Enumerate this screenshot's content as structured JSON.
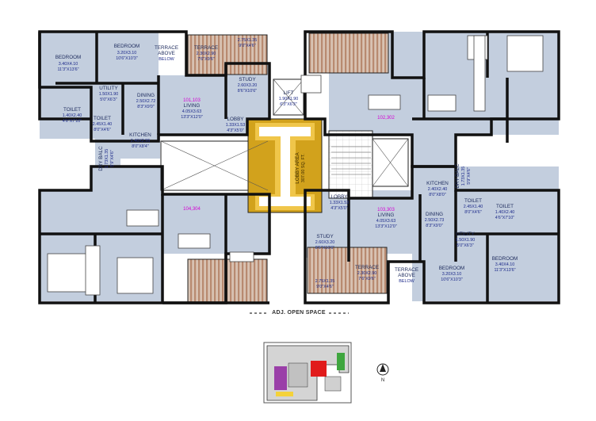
{
  "rooms": {
    "bedroom_tl": {
      "name": "BEDROOM",
      "dim": "3.40X4.10",
      "imp": "11'3\"X13'6\""
    },
    "bedroom2_tl": {
      "name": "BEDROOM",
      "dim": "3.20X3.10",
      "imp": "10'6\"X10'3\""
    },
    "terrace_above_tl": {
      "line1": "TERRACE",
      "line2": "ABOVE",
      "line3": "BELOW"
    },
    "terrace_tl": {
      "name": "TERRACE",
      "dim": "2.30X2.90",
      "imp": "7'6\"X9'6\""
    },
    "deck_top_tl": {
      "dim": "2.75X1.35",
      "imp": "9'0\"X4'6\""
    },
    "utility_tl": {
      "name": "UTILITY",
      "dim": "1.50X1.90",
      "imp": "5'0\"X6'3\""
    },
    "dining_tl": {
      "name": "DINING",
      "dim": "2.50X2.72",
      "imp": "8'3\"X9'0\""
    },
    "living_tl": {
      "flat": "101,103",
      "name": "LIVING",
      "dim": "4.05X3.63",
      "imp": "13'3\"X12'0\""
    },
    "study_tl": {
      "name": "STUDY",
      "dim": "2.60X3.20",
      "imp": "8'6\"X10'6\""
    },
    "lift": {
      "name": "LIFT",
      "dim": "1.90X1.90",
      "imp": "6'3\"X6'3\""
    },
    "toilet_tl1": {
      "name": "TOILET",
      "dim": "1.40X2.40",
      "imp": "4'6\"X7'10\""
    },
    "toilet_tl2": {
      "name": "TOILET",
      "dim": "2.45X1.40",
      "imp": "8'0\"X4'6\""
    },
    "lobby_tl": {
      "name": "LOBBY",
      "dim": "1.33X1.53",
      "imp": "4'3\"X5'0\""
    },
    "kitchen_tl": {
      "name": "KITCHEN",
      "dim": "2.40X2.55",
      "imp": "8'0\"X8'4\""
    },
    "dry_balc_tl": {
      "name": "DRY BALC",
      "dim": "1.73X1.35",
      "imp": "5'9\"X4'6\""
    },
    "lobby_area": {
      "name": "LOBBY AREA",
      "area": "307.00 SQ. FT."
    },
    "flat_tr": {
      "flat": "102,302"
    },
    "flat_bl": {
      "flat": "104,304"
    },
    "lobby_br": {
      "name": "LOBBY",
      "dim": "1.33X1.53",
      "imp": "4'3\"X5'0\""
    },
    "kitchen_br": {
      "name": "KITCHEN",
      "dim": "2.40X2.40",
      "imp": "8'0\"X8'0\""
    },
    "dry_balc_br": {
      "name": "DRY BALC",
      "dim": "1.73X1.35",
      "imp": "5'9\"X4'6\""
    },
    "toilet_br1": {
      "name": "TOILET",
      "dim": "2.45X1.40",
      "imp": "8'0\"X4'6\""
    },
    "toilet_br2": {
      "name": "TOILET",
      "dim": "1.40X2.40",
      "imp": "4'6\"X7'10\""
    },
    "living_br": {
      "flat": "103,303",
      "name": "LIVING",
      "dim": "4.05X3.63",
      "imp": "13'3\"X12'0\""
    },
    "dining_br": {
      "name": "DINING",
      "dim": "2.50X2.73",
      "imp": "8'3\"X9'0\""
    },
    "utility_br": {
      "name": "UTILITY",
      "dim": "1.50X1.90",
      "imp": "5'0\"X6'3\""
    },
    "study_br": {
      "name": "STUDY",
      "dim": "2.60X3.20",
      "imp": "8'6\"X10'6\""
    },
    "terrace_br": {
      "name": "TERRACE",
      "dim": "2.30X2.90",
      "imp": "7'6\"X9'6\""
    },
    "terrace_above_br": {
      "line1": "TERRACE",
      "line2": "ABOVE",
      "line3": "BELOW"
    },
    "bedroom2_br": {
      "name": "BEDROOM",
      "dim": "3.20X3.10",
      "imp": "10'6\"X10'3\""
    },
    "bedroom_br": {
      "name": "BEDROOM",
      "dim": "3.40X4.10",
      "imp": "11'3\"X13'6\""
    },
    "deck_bottom_br": {
      "dim": "2.75X1.35",
      "imp": "9'0\"X4'6\""
    }
  },
  "open_space": "ADJ. OPEN SPACE",
  "north": "N",
  "colors": {
    "room": "#c3cede",
    "wall": "#111111",
    "lobby": "#d2a21c",
    "text": "#1c2a5c",
    "flat_label": "#d400d4",
    "deck": "#c9a58e"
  }
}
